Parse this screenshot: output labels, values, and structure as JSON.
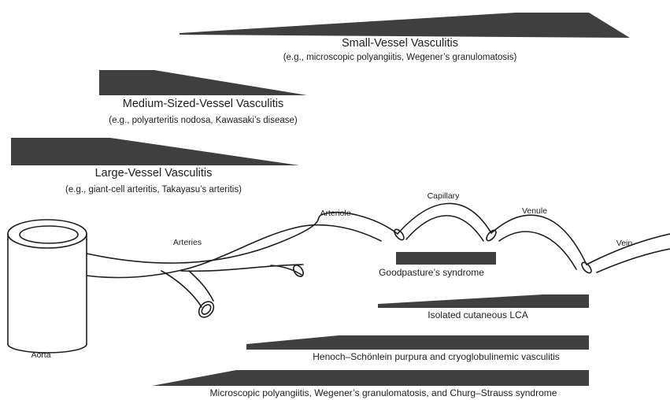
{
  "categories": {
    "small": {
      "title": "Small-Vessel Vasculitis",
      "examples": "(e.g., microscopic polyangiitis, Wegener’s granulomatosis)"
    },
    "medium": {
      "title": "Medium-Sized-Vessel Vasculitis",
      "examples": "(e.g., polyarteritis nodosa, Kawasaki’s disease)"
    },
    "large": {
      "title": "Large-Vessel Vasculitis",
      "examples": "(e.g., giant-cell arteritis, Takayasu’s arteritis)"
    }
  },
  "vessels": {
    "aorta": "Aorta",
    "arteries": "Arteries",
    "arteriole": "Arteriole",
    "capillary": "Capillary",
    "venule": "Venule",
    "vein": "Vein"
  },
  "diseases": {
    "goodpasture": "Goodpasture’s syndrome",
    "lca": "Isolated cutaneous LCA",
    "henoch": "Henoch–Schönlein purpura and cryoglobulinemic vasculitis",
    "mpa": "Microscopic polyangiitis, Wegener’s granulomatosis, and Churg–Strauss syndrome"
  },
  "colors": {
    "wedge": "#3f3f3f",
    "line": "#1e1e1e"
  }
}
